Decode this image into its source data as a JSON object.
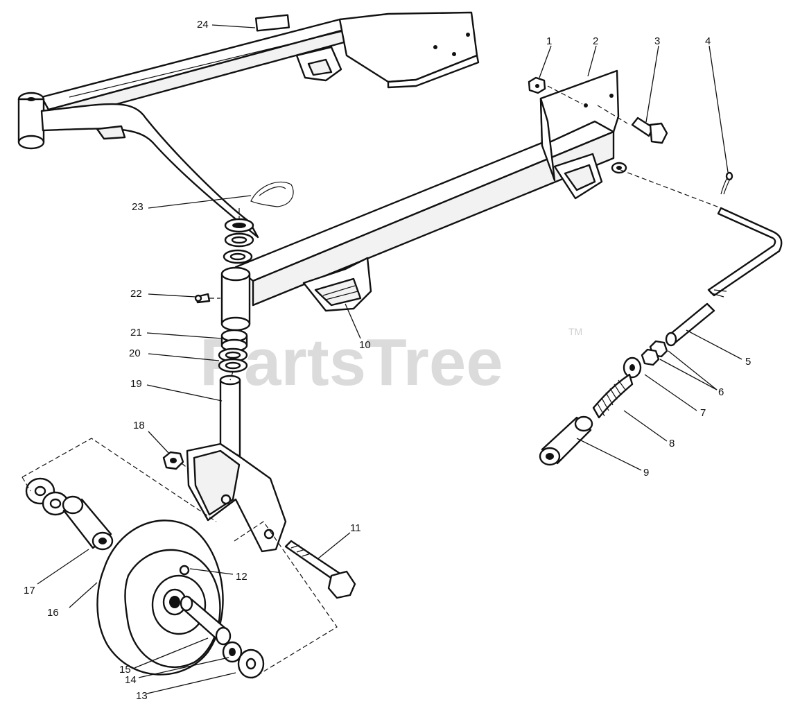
{
  "watermark": {
    "text": "PartsTree",
    "trademark": "TM"
  },
  "callouts": [
    {
      "id": "1",
      "label": "1"
    },
    {
      "id": "2",
      "label": "2"
    },
    {
      "id": "3",
      "label": "3"
    },
    {
      "id": "4",
      "label": "4"
    },
    {
      "id": "5",
      "label": "5"
    },
    {
      "id": "6",
      "label": "6"
    },
    {
      "id": "7",
      "label": "7"
    },
    {
      "id": "8",
      "label": "8"
    },
    {
      "id": "9",
      "label": "9"
    },
    {
      "id": "10",
      "label": "10"
    },
    {
      "id": "11",
      "label": "11"
    },
    {
      "id": "12",
      "label": "12"
    },
    {
      "id": "13",
      "label": "13"
    },
    {
      "id": "14",
      "label": "14"
    },
    {
      "id": "15",
      "label": "15"
    },
    {
      "id": "16",
      "label": "16"
    },
    {
      "id": "17",
      "label": "17"
    },
    {
      "id": "18",
      "label": "18"
    },
    {
      "id": "19",
      "label": "19"
    },
    {
      "id": "20",
      "label": "20"
    },
    {
      "id": "21",
      "label": "21"
    },
    {
      "id": "22",
      "label": "22"
    },
    {
      "id": "23",
      "label": "23"
    },
    {
      "id": "24",
      "label": "24"
    }
  ]
}
